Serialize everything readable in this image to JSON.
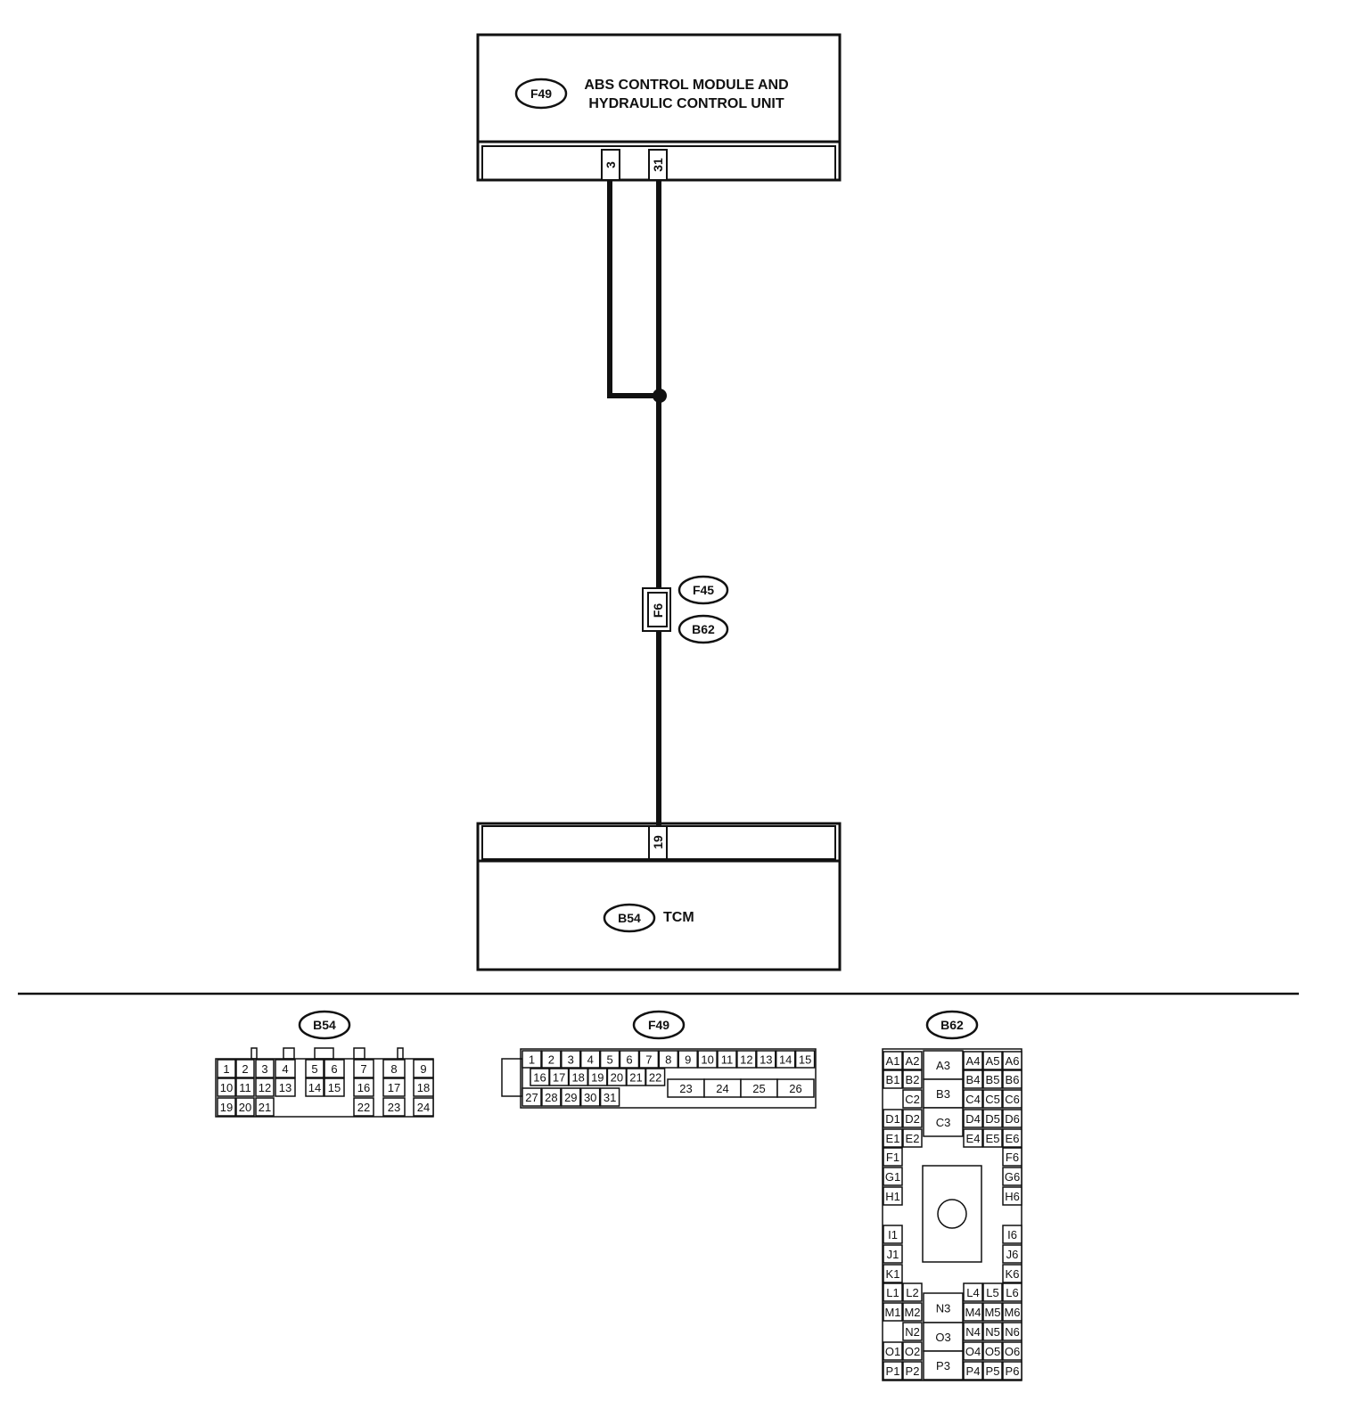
{
  "abs_unit": {
    "tag": "F49",
    "title_line1": "ABS CONTROL MODULE AND",
    "title_line2": "HYDRAULIC CONTROL UNIT",
    "pin_a": "3",
    "pin_b": "31"
  },
  "junction": {
    "pin": "F6",
    "tag_top": "F45",
    "tag_bottom": "B62"
  },
  "tcm": {
    "tag": "B54",
    "title": "TCM",
    "pin": "19"
  },
  "connectors": {
    "b54": {
      "tag": "B54",
      "pins": [
        "1",
        "2",
        "3",
        "4",
        "5",
        "6",
        "7",
        "8",
        "9",
        "10",
        "11",
        "12",
        "13",
        "14",
        "15",
        "16",
        "17",
        "18",
        "19",
        "20",
        "21",
        "22",
        "23",
        "24"
      ]
    },
    "f49": {
      "tag": "F49",
      "pins": [
        "1",
        "2",
        "3",
        "4",
        "5",
        "6",
        "7",
        "8",
        "9",
        "10",
        "11",
        "12",
        "13",
        "14",
        "15",
        "16",
        "17",
        "18",
        "19",
        "20",
        "21",
        "22",
        "23",
        "24",
        "25",
        "26",
        "27",
        "28",
        "29",
        "30",
        "31"
      ]
    },
    "b62": {
      "tag": "B62",
      "pins": [
        "A1",
        "A2",
        "A3",
        "A4",
        "A5",
        "A6",
        "B1",
        "B2",
        "B3",
        "B4",
        "B5",
        "B6",
        "C2",
        "C3",
        "C4",
        "C5",
        "C6",
        "D1",
        "D2",
        "D4",
        "D5",
        "D6",
        "E1",
        "E2",
        "E4",
        "E5",
        "E6",
        "F1",
        "F6",
        "G1",
        "G6",
        "H1",
        "H6",
        "I1",
        "I6",
        "J1",
        "J6",
        "K1",
        "K6",
        "L1",
        "L2",
        "L4",
        "L5",
        "L6",
        "M1",
        "M2",
        "N3",
        "M4",
        "M5",
        "M6",
        "N2",
        "O3",
        "N4",
        "N5",
        "N6",
        "O1",
        "O2",
        "O4",
        "O5",
        "O6",
        "P1",
        "P2",
        "P3",
        "P4",
        "P5",
        "P6"
      ]
    }
  }
}
